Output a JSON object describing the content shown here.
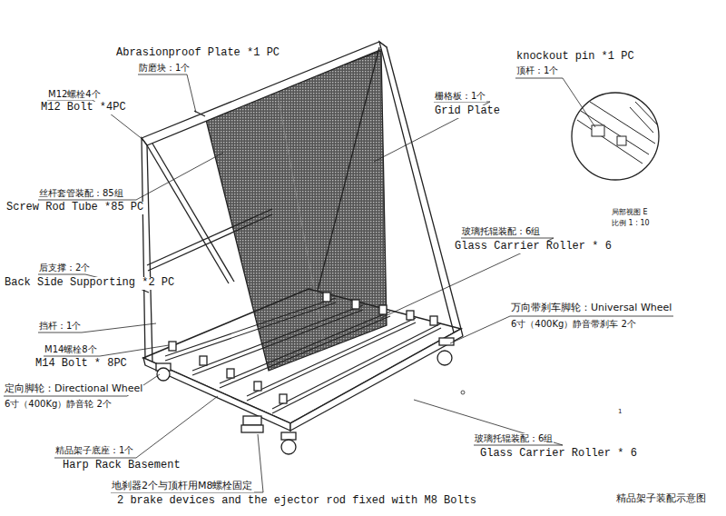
{
  "diagram": {
    "caption": "精品架子装配示意图",
    "labels": [
      "Abrasionproof Plate *1 PC",
      "防磨块：1个",
      "knockout pin *1 PC",
      "顶杆：1个",
      "M12螺栓4个",
      "M12 Bolt *4PC",
      "栅格板：1个",
      "Grid Plate",
      "丝杆套管装配：85组",
      "Screw Rod Tube *85 PC",
      "局部视图 E",
      "比例 1 : 10",
      "玻璃托辊装配：6组",
      "Glass Carrier Roller * 6",
      "后支撑：2个",
      "Back Side Supporting *2 PC",
      "万向带刹车脚轮：Universal Wheel",
      "6寸（400Kg）静音带刹车 2个",
      "挡杆：1个",
      "M14螺栓8个",
      "M14 Bolt * 8PC",
      "定向脚轮：Directional Wheel",
      "6寸（400Kg）静音轮 2个",
      "1",
      "玻璃托辊装配：6组",
      "Glass Carrier Roller * 6",
      "精品架子底座：1个",
      "Harp Rack Basement",
      "地刹器2个与顶杆用M8螺栓固定",
      "2 brake devices and the ejector rod fixed with M8 Bolts"
    ]
  }
}
